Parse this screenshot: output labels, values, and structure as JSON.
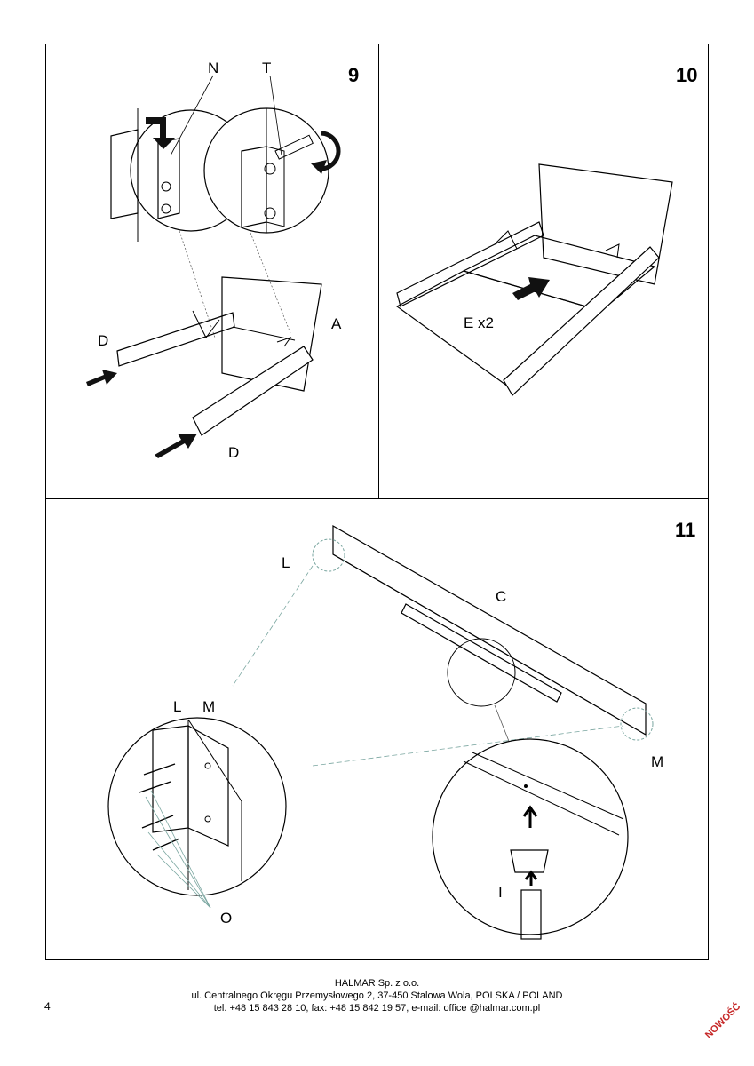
{
  "step9": {
    "number": "9",
    "labels": {
      "N": "N",
      "T": "T",
      "A": "A",
      "D_top": "D",
      "D_bottom": "D"
    }
  },
  "step10": {
    "number": "10",
    "labels": {
      "E": "E x2"
    }
  },
  "step11": {
    "number": "11",
    "labels": {
      "L_top": "L",
      "C": "C",
      "L_detail": "L",
      "M_detail": "M",
      "M_right": "M",
      "O": "O",
      "I": "I"
    }
  },
  "footer": {
    "company": "HALMAR Sp. z o.o.",
    "address": "ul. Centralnego Okręgu Przemysłowego 2, 37-450 Stalowa Wola, POLSKA / POLAND",
    "contact": "tel. +48 15 843 28 10, fax: +48 15 842 19 57, e-mail: office @halmar.com.pl"
  },
  "page_number": "4",
  "badge": "NOWOŚĆ",
  "colors": {
    "line": "#000000",
    "guide": "#7aa6a0",
    "badge": "#c62828"
  }
}
